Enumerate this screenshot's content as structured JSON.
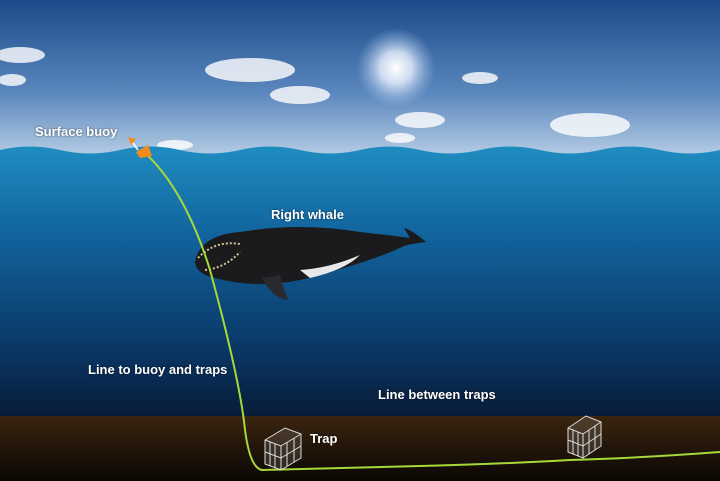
{
  "labels": {
    "surface_buoy": "Surface buoy",
    "right_whale": "Right whale",
    "line_to_buoy": "Line to buoy and traps",
    "line_between_traps": "Line between traps",
    "trap": "Trap"
  },
  "colors": {
    "line": "#a6d83a",
    "sky_top": "#1f4f8f",
    "sky_horizon": "#a9c3df",
    "water_top": "#1d86b8",
    "water_deep": "#08203d",
    "seafloor": "#2a1a0c",
    "buoy": "#f28a1c"
  }
}
